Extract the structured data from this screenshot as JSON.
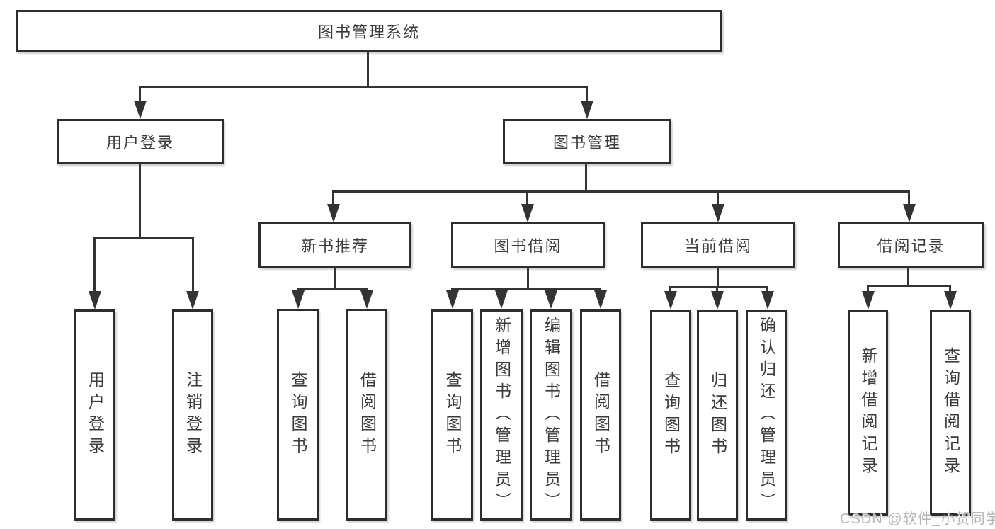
{
  "diagram": {
    "root": {
      "label": "图书管理系统"
    },
    "level2": [
      {
        "label": "用户登录"
      },
      {
        "label": "图书管理"
      }
    ],
    "level3": [
      {
        "label": "新书推荐"
      },
      {
        "label": "图书借阅"
      },
      {
        "label": "当前借阅"
      },
      {
        "label": "借阅记录"
      }
    ],
    "leaves": [
      {
        "label": "用户登录"
      },
      {
        "label": "注销登录"
      },
      {
        "label": "查询图书"
      },
      {
        "label": "借阅图书"
      },
      {
        "label": "查询图书"
      },
      {
        "label": "新增图书（管理员）"
      },
      {
        "label": "编辑图书（管理员）"
      },
      {
        "label": "借阅图书"
      },
      {
        "label": "查询图书"
      },
      {
        "label": "归还图书"
      },
      {
        "label": "确认归还（管理员）"
      },
      {
        "label": "新增借阅记录"
      },
      {
        "label": "查询借阅记录"
      }
    ],
    "colors": {
      "line": "#333333",
      "box_border": "#2d2d2d",
      "text": "#3b3b3b",
      "watermark": "#b4b4b4"
    }
  },
  "watermark": {
    "text": "CSDN @软件_小贺同学"
  }
}
